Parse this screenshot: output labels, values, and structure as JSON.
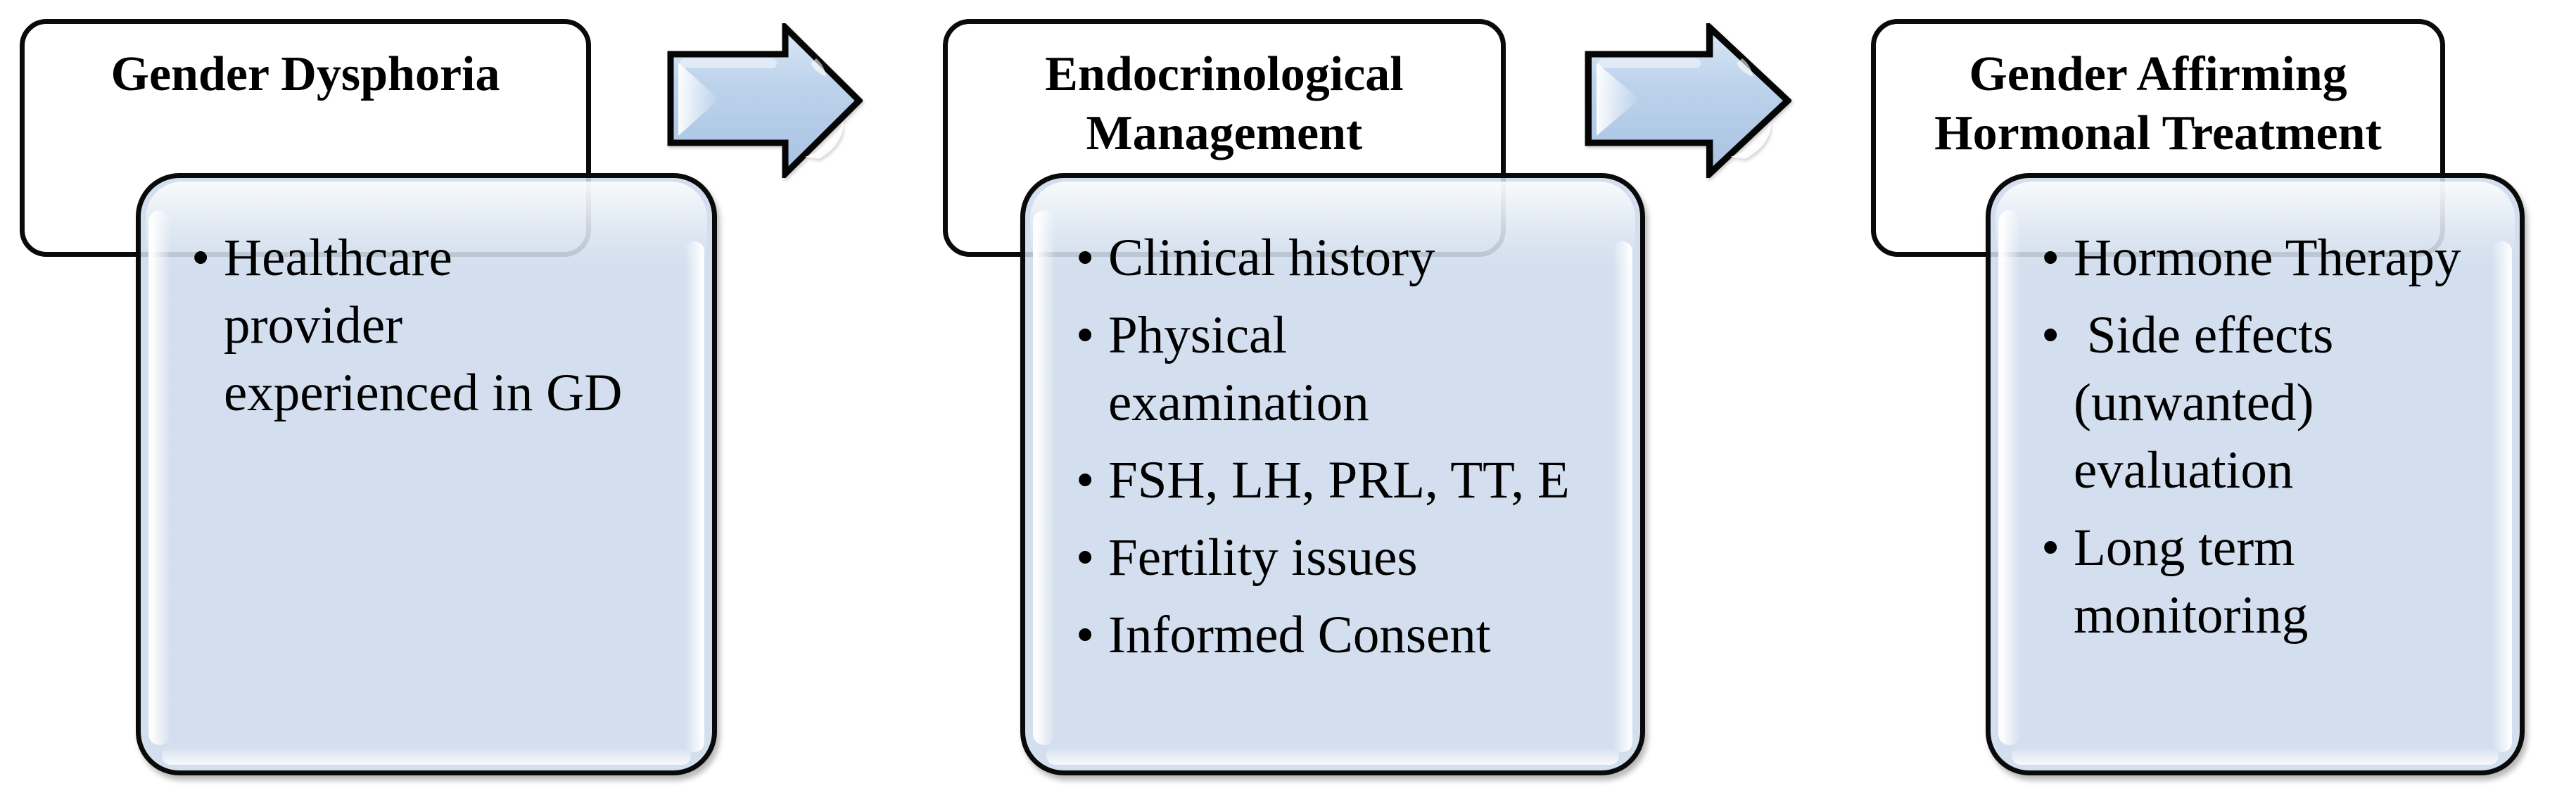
{
  "diagram": {
    "type": "flowchart",
    "background_color": "#ffffff",
    "palette": {
      "content_box_fill": "#cddbec",
      "content_box_border": "#0a0a0a",
      "title_box_fill": "#ffffff",
      "title_box_border": "#0a0a0a",
      "arrow_fill_light": "#dae7f6",
      "arrow_fill_dark": "#a8c2e2",
      "arrow_border": "#050505",
      "text_color": "#000000"
    },
    "steps": [
      {
        "title": "Gender Dysphoria",
        "title_lines": [
          "Gender Dysphoria"
        ],
        "bullets": [
          {
            "text": "Healthcare provider experienced in GD",
            "lines": [
              "Healthcare",
              "provider",
              "experienced in GD"
            ]
          }
        ]
      },
      {
        "title": "Endocrinological Management",
        "title_lines": [
          "Endocrinological",
          "Management"
        ],
        "bullets": [
          {
            "text": "Clinical history",
            "lines": [
              "Clinical history"
            ]
          },
          {
            "text": "Physical examination",
            "lines": [
              "Physical",
              "examination"
            ]
          },
          {
            "text": "FSH, LH, PRL, TT, E",
            "lines": [
              "FSH, LH, PRL, TT, E"
            ]
          },
          {
            "text": "Fertility issues",
            "lines": [
              "Fertility issues"
            ]
          },
          {
            "text": "Informed Consent",
            "lines": [
              "Informed Consent"
            ]
          }
        ]
      },
      {
        "title": "Gender Affirming Hormonal Treatment",
        "title_lines": [
          "Gender Affirming",
          "Hormonal Treatment"
        ],
        "bullets": [
          {
            "text": "Hormone Therapy",
            "lines": [
              "Hormone Therapy"
            ]
          },
          {
            "text": "Side effects (unwanted) evaluation",
            "lines": [
              " Side effects",
              "(unwanted)",
              "evaluation"
            ]
          },
          {
            "text": "Long term monitoring",
            "lines": [
              "Long term",
              "monitoring"
            ]
          }
        ]
      }
    ],
    "arrows": [
      {
        "name": "arrow-step1-to-step2",
        "direction": "right"
      },
      {
        "name": "arrow-step2-to-step3",
        "direction": "right"
      }
    ]
  }
}
